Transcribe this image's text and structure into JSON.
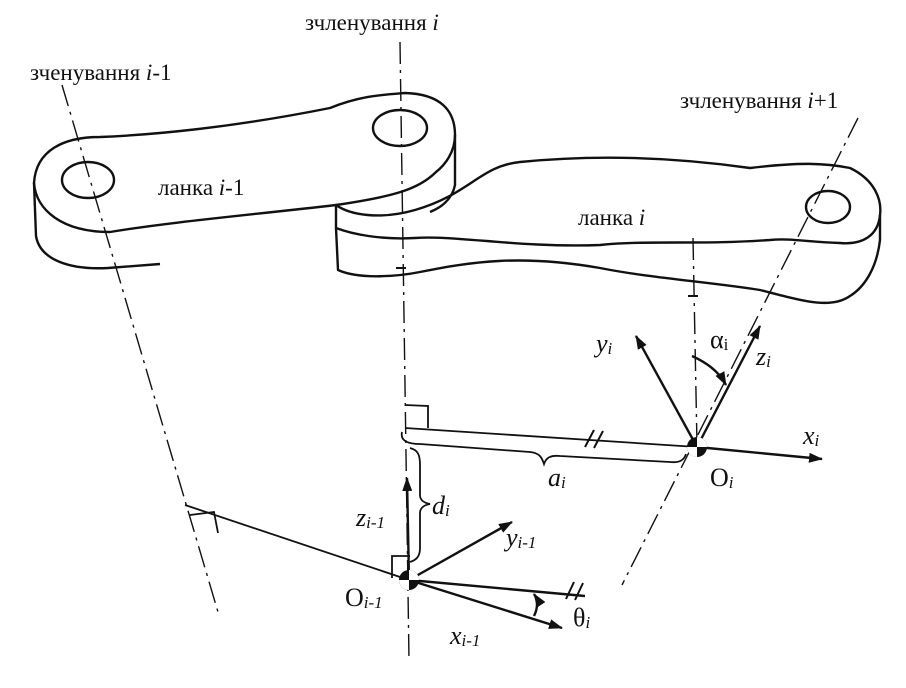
{
  "joints": {
    "prev": {
      "text": "зченування ",
      "var": "i",
      "suffix": "-1"
    },
    "curr": {
      "text": "зчленування ",
      "var": "i",
      "suffix": ""
    },
    "next": {
      "text": "зчленування ",
      "var": "i",
      "suffix": "+1"
    }
  },
  "links": {
    "prev": {
      "text": "ланка ",
      "var": "i",
      "suffix": "-1"
    },
    "curr": {
      "text": "ланка ",
      "var": "i",
      "suffix": ""
    }
  },
  "frame_i": {
    "origin": {
      "base": "O",
      "sub": "i"
    },
    "x": {
      "base": "x",
      "sub": "i"
    },
    "y": {
      "base": "y",
      "sub": "i"
    },
    "z": {
      "base": "z",
      "sub": "i"
    }
  },
  "frame_prev": {
    "origin": {
      "base": "O",
      "sub": "i-1"
    },
    "x": {
      "base": "x",
      "sub": "i-1"
    },
    "y": {
      "base": "y",
      "sub": "i-1"
    },
    "z": {
      "base": "z",
      "sub": "i-1"
    }
  },
  "params": {
    "alpha": {
      "base": "α",
      "sub": "i"
    },
    "a": {
      "base": "a",
      "sub": "i"
    },
    "d": {
      "base": "d",
      "sub": "i"
    },
    "theta": {
      "base": "θ",
      "sub": "i"
    }
  },
  "colors": {
    "ink": "#111111",
    "background": "#ffffff"
  }
}
